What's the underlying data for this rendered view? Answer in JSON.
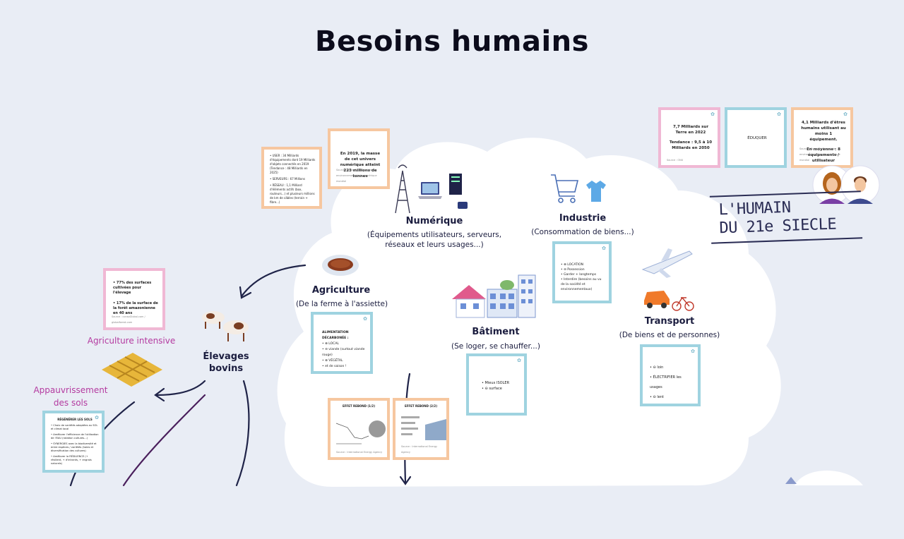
{
  "title": "Besoins humains",
  "humain": {
    "line1": "L'HUMAIN",
    "line2": "DU 21e SIECLE"
  },
  "top_cards": {
    "pop": {
      "l1": "7,7 Milliards sur Terre en 2022",
      "l2": "Tendance : 9,5 à 10 Milliards en 2050",
      "src": "Source : ONU"
    },
    "eduquer": {
      "text": "ÉDUQUER"
    },
    "equip": {
      "l1": "4,1 Milliards d'êtres humains utilisant au moins 1 équipement.",
      "l2": "En moyenne : 8 équipements / utilisateur",
      "src": "Source : GreenIT - Empreinte environnementale du numérique mondial"
    }
  },
  "numerique": {
    "title": "Numérique",
    "sub1": "(Équipements utilisateurs, serveurs,",
    "sub2": "réseaux et leurs usages...)",
    "card_left": {
      "b1": "• USER : 34 Milliards d'équipements dont 19 Milliards d'objets connectés en 2019 (Tendance : 48 Milliards en 2025)",
      "b2": "• SERVEURS : 67 Millions",
      "b3": "• RÉSEAU : 1,1 Milliard d'éléments actifs (box, routeurs...) et plusieurs millions de km de câbles (terrain + fibre...)",
      "src": "Source : GreenIT - Empreinte environnementale du numérique mondial"
    },
    "card_right": {
      "text": "En 2019, la masse de cet univers numérique atteint 223 millions de tonnes",
      "src": "Source : GreenIT - Empreinte environnementale du numérique mondial"
    }
  },
  "industrie": {
    "title": "Industrie",
    "sub": "(Consommation de biens...)",
    "items": [
      "• ⊕ LOCATION",
      "• ⊖ Possession",
      "• Garder + longtemps",
      "• Interdire (besoins au vu de la société et environnementaux)"
    ]
  },
  "agriculture": {
    "title": "Agriculture",
    "sub": "(De la ferme à l'assiette)",
    "card_title": "ALIMENTATION DÉCARBONÉE :",
    "items": [
      "• ⊕ LOCAL",
      "• ⊖ viande (surtout viande rouge)",
      "• ⊕ VÉGÉTAL",
      "• et de saison !"
    ]
  },
  "batiment": {
    "title": "Bâtiment",
    "sub": "(Se loger, se chauffer...)",
    "items": [
      "• Mieux ISOLER",
      "• ⊖ surface"
    ]
  },
  "transport": {
    "title": "Transport",
    "sub": "(De biens et de personnes)",
    "items": [
      "• ⊖ loin",
      "• ÉLECTRIFIER les usages",
      "• ⊖ lent"
    ]
  },
  "elevage": {
    "label1": "Élevages",
    "label2": "bovins",
    "card_l1": "• 77% des surfaces cultivées pour l'élevage",
    "card_l2": "• 17% de la surface de la forêt amazonienne en 40 ans",
    "src": "Source : consoGlobal.com / globalforest.com"
  },
  "agri_intensive": "Agriculture intensive",
  "appauvrissement": {
    "l1": "Appauvrissement",
    "l2": "des sols"
  },
  "sols_card": {
    "title": "RÉGÉNÉRER LES SOLS",
    "items": [
      "• Choix de variétés adaptées au SOL et climat local",
      "• Améliorer l'efficience de l'utilisation de l'EAU (rotation cultures...)",
      "• SYNERGIES avec la biodiversité et entre espèces / variétés (haies et diversification des cultures)",
      "• Améliorer la RÉSILIENCE (+ résilient, + d'intrants, + engrais naturels)"
    ]
  },
  "rebond": {
    "c1": "EFFET REBOND (1/2)",
    "c2": "EFFET REBOND (2/2)",
    "src": "Source : International Energy Agency"
  },
  "colors": {
    "pink": "#f0b8d4",
    "orange": "#f6c7a0",
    "blue": "#9fd3e0",
    "accent": "#b43aa0",
    "navy": "#1f2348"
  }
}
